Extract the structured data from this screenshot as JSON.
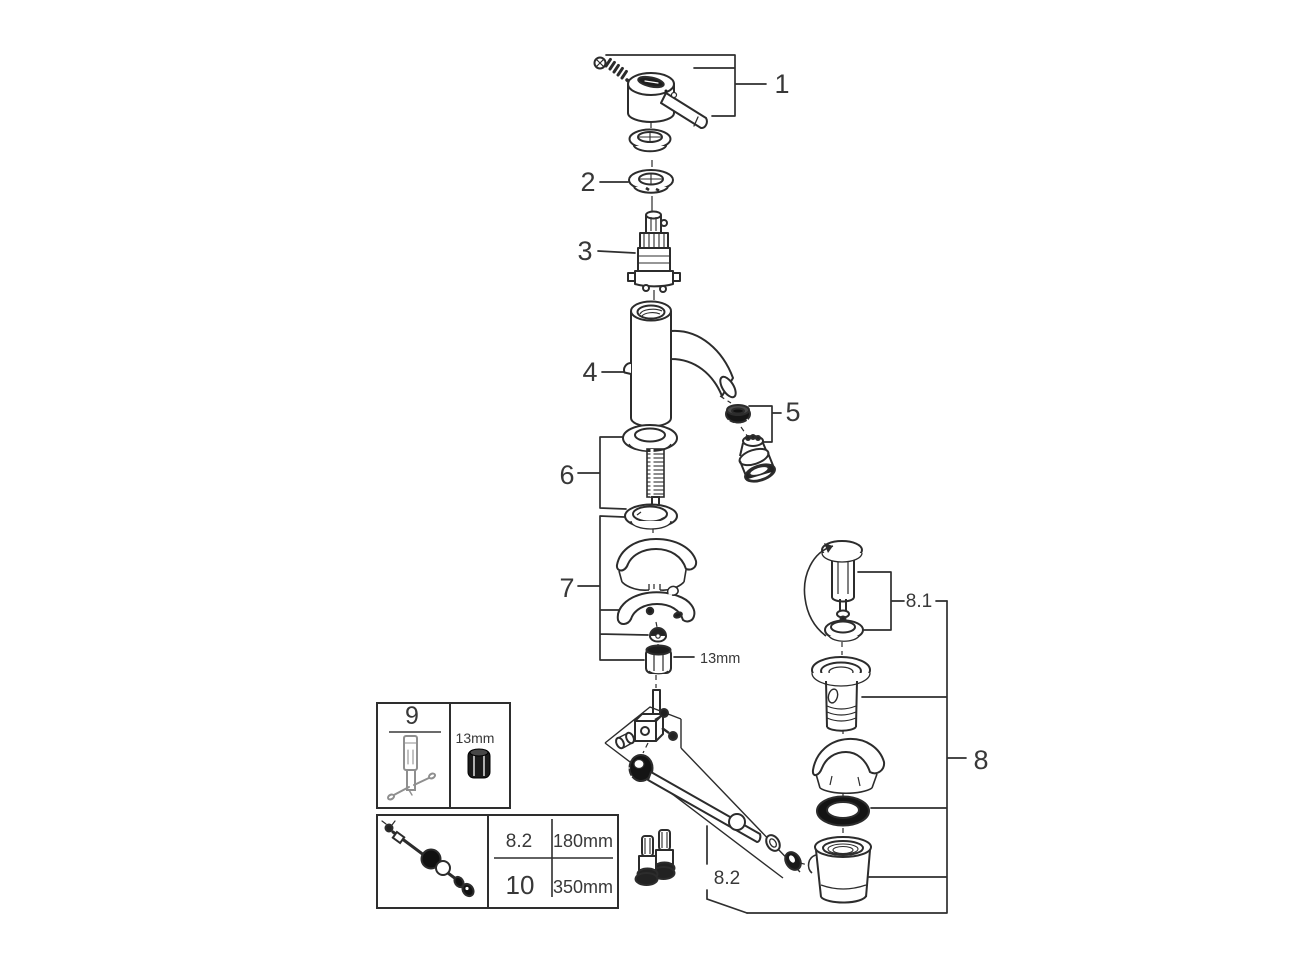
{
  "diagram": {
    "subject": "faucet-exploded-parts-diagram",
    "colors": {
      "background": "#ffffff",
      "line": "#2c2c2c",
      "label": "#383838"
    },
    "callouts": {
      "c1": "1",
      "c2": "2",
      "c3": "3",
      "c4": "4",
      "c5": "5",
      "c6": "6",
      "c7": "7",
      "c8": "8",
      "c8_1": "8.1",
      "c8_2": "8.2"
    },
    "annotations": {
      "hex_nut_size": "13mm"
    },
    "tool_box": {
      "part_number": "9",
      "tool_size": "13mm"
    },
    "length_table": {
      "rows": [
        {
          "part": "8.2",
          "length": "180mm"
        },
        {
          "part": "10",
          "length": "350mm"
        }
      ]
    }
  }
}
